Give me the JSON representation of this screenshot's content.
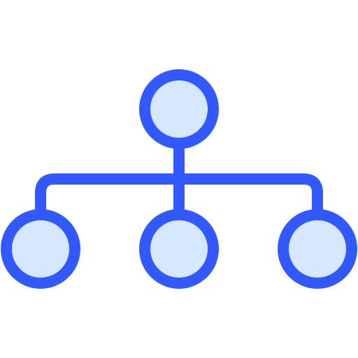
{
  "icon": {
    "name": "hierarchy-icon",
    "stroke_color": "#3159FF",
    "fill_color": "#D6E8FF",
    "background_color": "#FFFFFF",
    "nodes": {
      "root": "root-node",
      "children": [
        "child-node-left",
        "child-node-center",
        "child-node-right"
      ]
    }
  }
}
